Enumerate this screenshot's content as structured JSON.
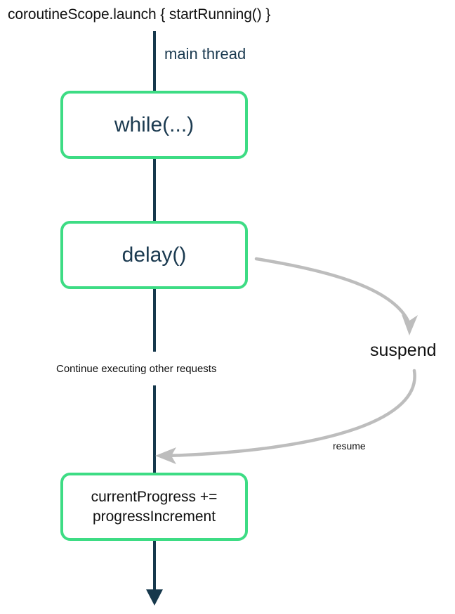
{
  "diagram": {
    "title": "coroutineScope.launch { startRunning() }",
    "thread_label": "main thread",
    "colors": {
      "node_border": "#3ddc84",
      "thread_line": "#16384c",
      "arc_arrow": "#bdbdbd",
      "accent_text": "#1b3a50",
      "plain_text": "#111111",
      "background": "#ffffff"
    },
    "nodes": [
      {
        "id": "while",
        "label": "while(...)"
      },
      {
        "id": "delay",
        "label": "delay()"
      },
      {
        "id": "progress",
        "label_line1": "currentProgress +=",
        "label_line2": "progressIncrement"
      }
    ],
    "annotations": {
      "continue_note": "Continue executing other requests",
      "suspend": "suspend",
      "resume": "resume"
    },
    "icons": {
      "suspend_arrow": "curved-arrow-down-right-icon",
      "resume_arrow": "curved-arrow-left-icon",
      "flow_arrow": "arrow-down-icon"
    }
  }
}
